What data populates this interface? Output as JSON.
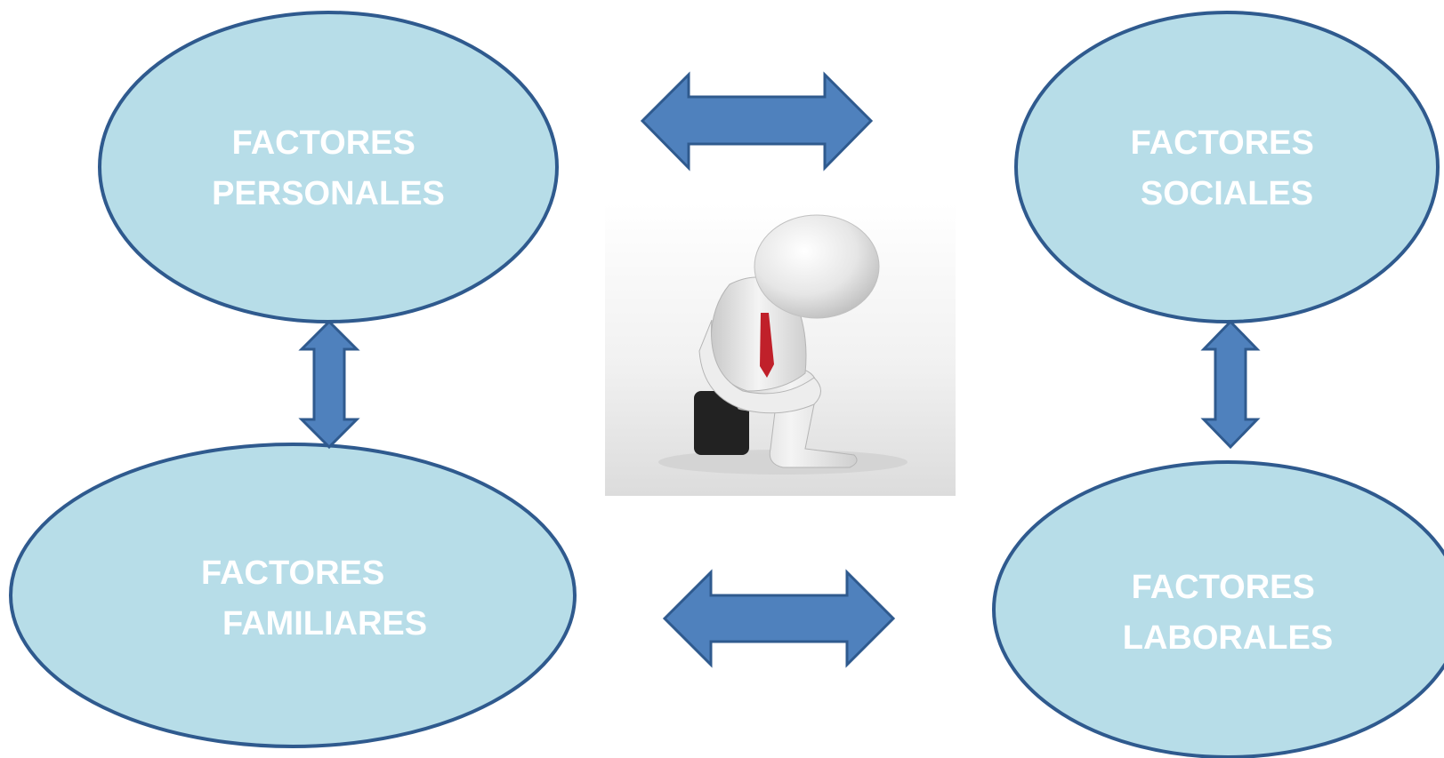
{
  "colors": {
    "ellipse_fill": "#b7dde8",
    "ellipse_stroke": "#2f5a8e",
    "label_text": "#ffffff",
    "arrow_fill": "#4f81bd",
    "arrow_stroke": "#2f5a8e",
    "figure_tie": "#c0202a",
    "figure_bag": "#222222"
  },
  "nodes": {
    "personales": {
      "line1": "FACTORES",
      "line2": "PERSONALES"
    },
    "sociales": {
      "line1": "FACTORES",
      "line2": "SOCIALES"
    },
    "familiares": {
      "line1": "FACTORES",
      "line2": "FAMILIARES"
    },
    "laborales": {
      "line1": "FACTORES",
      "line2": "LABORALES"
    }
  },
  "center_image": {
    "icon": "sad-person-figure-icon"
  }
}
